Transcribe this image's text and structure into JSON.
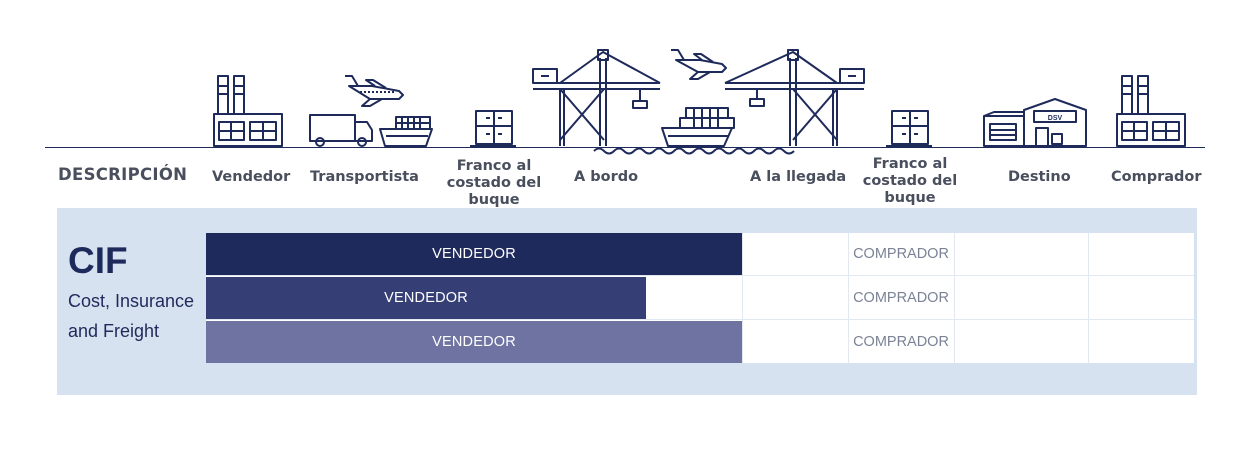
{
  "header": {
    "description_label": "DESCRIPCIÓN"
  },
  "stages": [
    {
      "id": "vendedor",
      "label": "Vendedor"
    },
    {
      "id": "transportista",
      "label": "Transportista"
    },
    {
      "id": "fas-origen",
      "label": "Franco al\ncostado del buque"
    },
    {
      "id": "a-bordo",
      "label": "A bordo"
    },
    {
      "id": "a-la-llegada",
      "label": "A la llegada"
    },
    {
      "id": "fas-destino",
      "label": "Franco al\ncostado del buque"
    },
    {
      "id": "destino",
      "label": "Destino"
    },
    {
      "id": "comprador",
      "label": "Comprador"
    }
  ],
  "icons": {
    "warehouse_sign": "DSV"
  },
  "incoterm": {
    "code": "CIF",
    "name": "Cost, Insurance and Freight"
  },
  "rows": [
    {
      "seller_label": "VENDEDOR",
      "buyer_label": "COMPRADOR",
      "color": "#1f2a5c"
    },
    {
      "seller_label": "VENDEDOR",
      "buyer_label": "COMPRADOR",
      "color": "#363f75"
    },
    {
      "seller_label": "VENDEDOR",
      "buyer_label": "COMPRADOR",
      "color": "#6e73a1"
    }
  ],
  "colors": {
    "navy": "#1f2a5c",
    "panel": "#d6e2ef",
    "text_gray": "#4a4f5e"
  }
}
